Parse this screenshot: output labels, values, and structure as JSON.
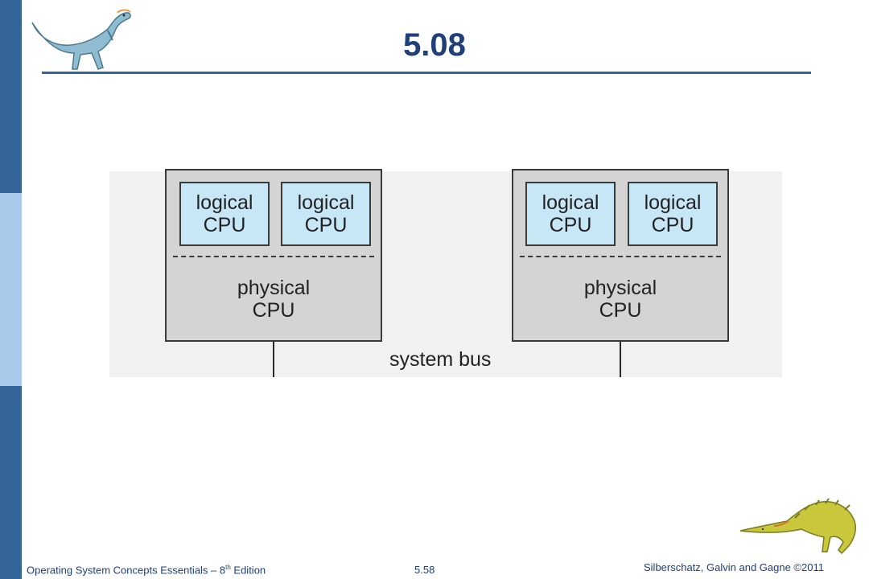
{
  "slide": {
    "title": "5.08"
  },
  "diagram": {
    "processors": [
      {
        "logical_cpus": [
          {
            "line1": "logical",
            "line2": "CPU"
          },
          {
            "line1": "logical",
            "line2": "CPU"
          }
        ],
        "physical_line1": "physical",
        "physical_line2": "CPU"
      },
      {
        "logical_cpus": [
          {
            "line1": "logical",
            "line2": "CPU"
          },
          {
            "line1": "logical",
            "line2": "CPU"
          }
        ],
        "physical_line1": "physical",
        "physical_line2": "CPU"
      }
    ],
    "bus_label": "system bus"
  },
  "footer": {
    "book_prefix": "Operating System Concepts Essentials – 8",
    "book_sup": "th",
    "book_suffix": " Edition",
    "page": "5.58",
    "copyright": "Silberschatz, Galvin and Gagne ©2011"
  },
  "colors": {
    "accent": "#35649a",
    "title": "#1f3f7a",
    "logical_fill": "#c7e6f6",
    "physical_fill": "#d4d4d4"
  },
  "icons": [
    "dinosaur-logo-top",
    "dinosaur-logo-bottom"
  ]
}
